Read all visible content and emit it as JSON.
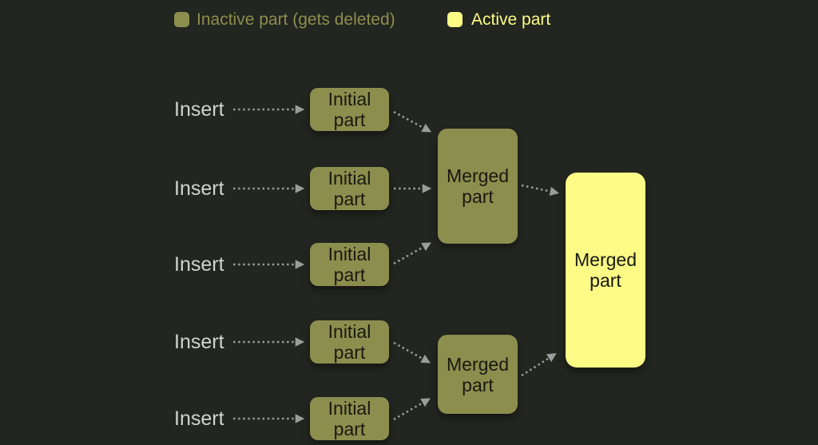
{
  "legend": {
    "inactive_label": "Inactive part (gets deleted)",
    "active_label": "Active part"
  },
  "nodes": {
    "inserts": [
      "Insert",
      "Insert",
      "Insert",
      "Insert",
      "Insert"
    ],
    "initial_parts": [
      "Initial part",
      "Initial part",
      "Initial part",
      "Initial part",
      "Initial part"
    ],
    "merged_parts": [
      "Merged part",
      "Merged part"
    ],
    "final_part": "Merged part"
  },
  "colors": {
    "background": "#232520",
    "inactive": "#8c8e4e",
    "active": "#fbfb86",
    "arrow": "#9c9c9c",
    "insert-text": "#d2d2d2",
    "box-text": "#181910"
  }
}
